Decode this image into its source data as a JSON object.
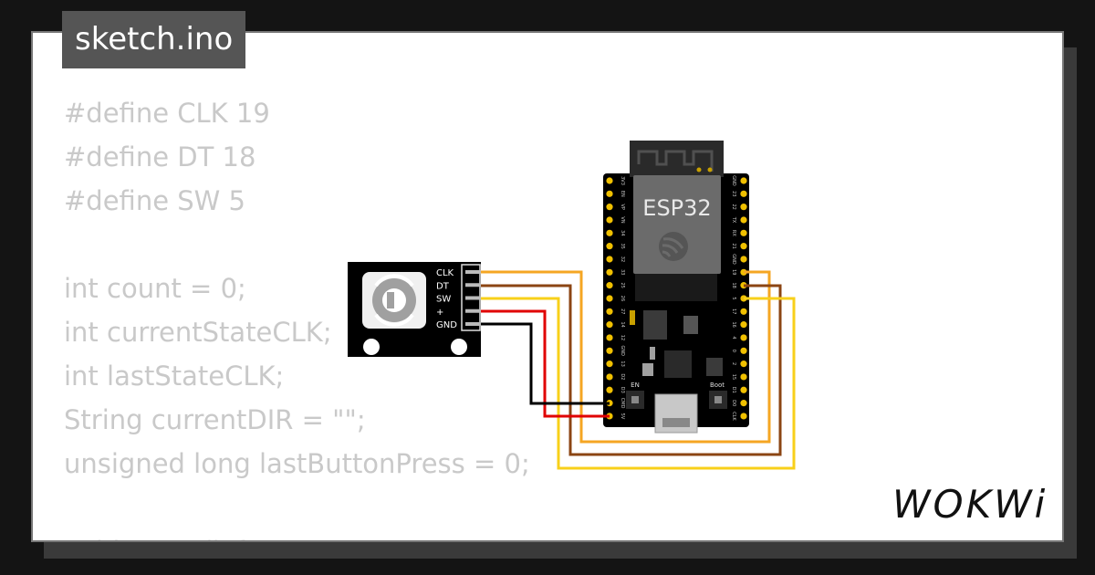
{
  "title": "sketch.ino",
  "code_lines": [
    "#define CLK 19",
    "#define DT 18",
    "#define SW 5",
    "",
    "int count = 0;",
    "int currentStateCLK;",
    "int lastStateCLK;",
    "String currentDIR = \"\";",
    "unsigned long lastButtonPress = 0;",
    "",
    "void setup() {"
  ],
  "encoder": {
    "pins": [
      "CLK",
      "DT",
      "SW",
      "+",
      "GND"
    ]
  },
  "board": {
    "name": "ESP32",
    "left_pins": [
      "3V3",
      "EN",
      "VP",
      "VN",
      "34",
      "35",
      "32",
      "33",
      "25",
      "26",
      "27",
      "14",
      "12",
      "GND",
      "13",
      "D2",
      "D3",
      "CMD",
      "5V"
    ],
    "right_pins": [
      "GND",
      "23",
      "22",
      "TX",
      "RX",
      "21",
      "GND",
      "19",
      "18",
      "5",
      "17",
      "16",
      "4",
      "0",
      "2",
      "15",
      "D1",
      "D0",
      "CLK"
    ],
    "buttons": [
      "EN",
      "Boot"
    ]
  },
  "logo": "WOKWi",
  "colors": {
    "wire_clk": "#f5a623",
    "wire_dt": "#8b4513",
    "wire_sw": "#f8d01a",
    "wire_vcc": "#e00000",
    "wire_gnd": "#000000"
  }
}
